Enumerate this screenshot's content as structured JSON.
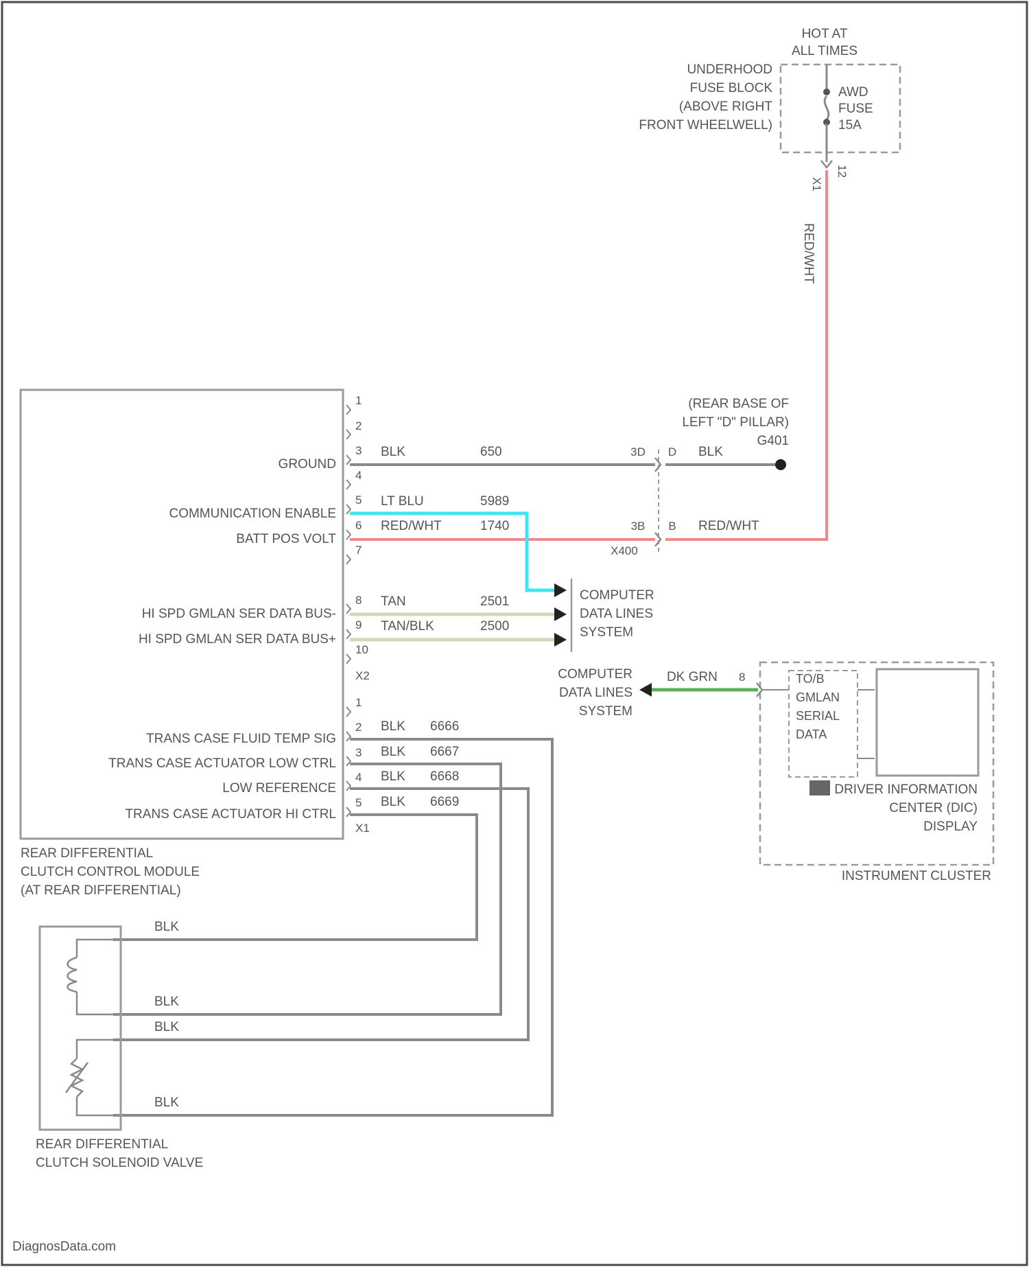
{
  "fuse_block": {
    "power_label_1": "HOT AT",
    "power_label_2": "ALL TIMES",
    "name_1": "UNDERHOOD",
    "name_2": "FUSE BLOCK",
    "name_3": "(ABOVE RIGHT",
    "name_4": "FRONT WHEELWELL)",
    "fuse_1": "AWD",
    "fuse_2": "FUSE",
    "fuse_3": "15A",
    "conn_left": "X1",
    "conn_right": "12",
    "wire_color": "RED/WHT"
  },
  "ground": {
    "loc_1": "(REAR BASE OF",
    "loc_2": "LEFT \"D\" PILLAR)",
    "id": "G401"
  },
  "splice": {
    "pin_top": "3D",
    "pin_top_b": "D",
    "pin_bot": "3B",
    "pin_bot_b": "B",
    "label": "X400",
    "ground_color": "BLK",
    "power_color": "RED/WHT"
  },
  "module": {
    "name_1": "REAR DIFFERENTIAL",
    "name_2": "CLUTCH CONTROL MODULE",
    "name_3": "(AT REAR DIFFERENTIAL)",
    "conn_x2": "X2",
    "conn_x1": "X1",
    "pins_x2": [
      "1",
      "2",
      "3",
      "4",
      "5",
      "6",
      "7",
      "8",
      "9",
      "10"
    ],
    "pins_x1": [
      "1",
      "2",
      "3",
      "4",
      "5"
    ],
    "signals": {
      "ground": "GROUND",
      "comm_enable": "COMMUNICATION ENABLE",
      "batt": "BATT POS VOLT",
      "gmlan_minus": "HI SPD GMLAN SER DATA BUS-",
      "gmlan_plus": "HI SPD GMLAN SER DATA BUS+",
      "fluid_temp": "TRANS CASE FLUID TEMP SIG",
      "act_low": "TRANS CASE ACTUATOR LOW CTRL",
      "low_ref": "LOW REFERENCE",
      "act_hi": "TRANS CASE ACTUATOR HI CTRL"
    }
  },
  "wires": {
    "ground": {
      "color": "BLK",
      "circuit": "650"
    },
    "comm": {
      "color": "LT BLU",
      "circuit": "5989"
    },
    "batt": {
      "color": "RED/WHT",
      "circuit": "1740"
    },
    "gm_minus": {
      "color": "TAN",
      "circuit": "2501"
    },
    "gm_plus": {
      "color": "TAN/BLK",
      "circuit": "2500"
    },
    "x1_2": {
      "color": "BLK",
      "circuit": "6666"
    },
    "x1_3": {
      "color": "BLK",
      "circuit": "6667"
    },
    "x1_4": {
      "color": "BLK",
      "circuit": "6668"
    },
    "x1_5": {
      "color": "BLK",
      "circuit": "6669"
    }
  },
  "data_lines": {
    "label_1": "COMPUTER",
    "label_2": "DATA LINES",
    "label_3": "SYSTEM"
  },
  "cluster": {
    "wire_color": "DK GRN",
    "pin": "8",
    "bus_1": "TO/B",
    "bus_2": "GMLAN",
    "bus_3": "SERIAL",
    "bus_4": "DATA",
    "display_1": "DRIVER INFORMATION",
    "display_2": "CENTER (DIC)",
    "display_3": "DISPLAY",
    "name": "INSTRUMENT CLUSTER"
  },
  "solenoid": {
    "name_1": "REAR DIFFERENTIAL",
    "name_2": "CLUTCH SOLENOID VALVE",
    "wire_labels": [
      "BLK",
      "BLK",
      "BLK",
      "BLK"
    ]
  },
  "watermark": "DiagnosData.com",
  "colors": {
    "ground_wire": "#8a8a8a",
    "power_wire": "#f08a8a",
    "comm_wire": "#3fe6ee",
    "tan_wire": "#d9d4b4",
    "green_wire": "#5fae5f",
    "outline": "#9a9a9a"
  }
}
